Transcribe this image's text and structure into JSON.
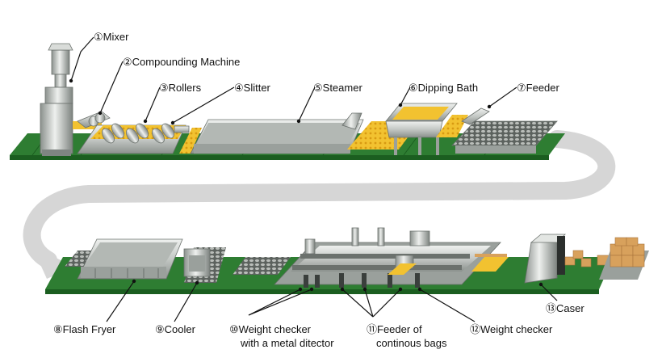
{
  "colors": {
    "belt": "#2e7d32",
    "belt_dark": "#1b5e20",
    "machine": "#c9ccc9",
    "machine_dark": "#7f8582",
    "noodles": "#f2c230",
    "return_arrow": "#d6d6d6",
    "box": "#d8a15c"
  },
  "labels": [
    {
      "id": "mixer",
      "text": "①Mixer"
    },
    {
      "id": "compounding",
      "text": "②Compounding Machine"
    },
    {
      "id": "rollers",
      "text": "③Rollers"
    },
    {
      "id": "slitter",
      "text": "④Slitter"
    },
    {
      "id": "steamer",
      "text": "⑤Steamer"
    },
    {
      "id": "dipping",
      "text": "⑥Dipping Bath"
    },
    {
      "id": "feeder",
      "text": "⑦Feeder"
    },
    {
      "id": "fryer",
      "text": "⑧Flash Fryer"
    },
    {
      "id": "cooler",
      "text": "⑨Cooler"
    },
    {
      "id": "weight_metal_1",
      "text": "⑩Weight checker"
    },
    {
      "id": "weight_metal_2",
      "text": "with a metal ditector"
    },
    {
      "id": "bags_1",
      "text": "⑪Feeder of"
    },
    {
      "id": "bags_2",
      "text": "continous bags"
    },
    {
      "id": "weight",
      "text": "⑫Weight checker"
    },
    {
      "id": "caser",
      "text": "⑬Caser"
    }
  ]
}
